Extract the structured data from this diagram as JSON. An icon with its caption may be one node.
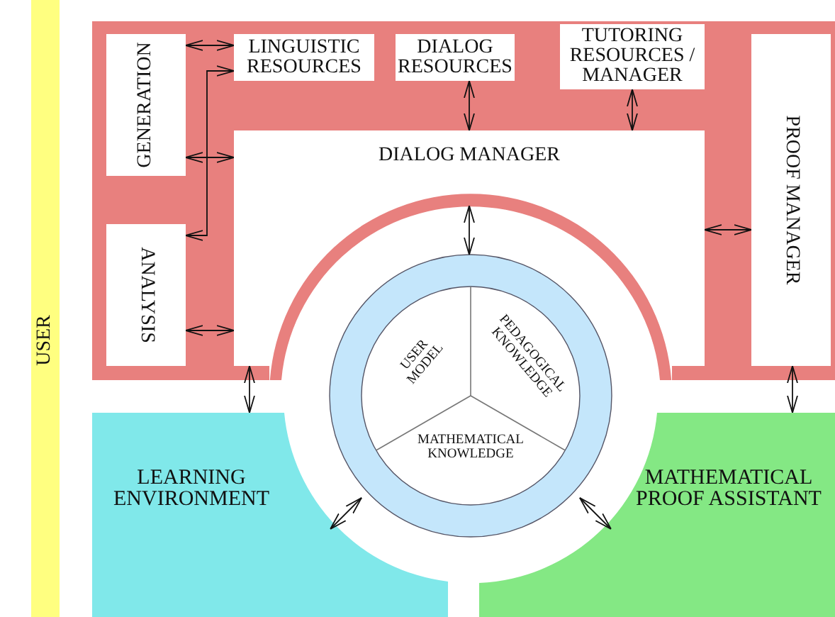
{
  "diagram": {
    "nodes": [
      {
        "text": [
          "USER"
        ]
      },
      {
        "text": [],
        "shape": "box"
      },
      {
        "text": [
          "GENERATION"
        ],
        "in": 1
      },
      {
        "text": [
          "LINGUISTIC RESOURCES"
        ],
        "in": 1
      },
      {
        "text": [
          "DIALOG RESOURCES"
        ],
        "in": 1
      },
      {
        "text": [
          "TUTORING RESOURCES / MANAGER"
        ],
        "in": 1
      },
      {
        "text": [
          "DIALOG MANAGER"
        ],
        "in": 1
      },
      {
        "text": [
          "PROOF MANAGER"
        ],
        "in": 1
      },
      {
        "text": [
          "ANALYSIS"
        ],
        "in": 1
      },
      {
        "text": [],
        "shape": "circle"
      },
      {
        "text": [
          "USER MODEL"
        ],
        "in": 9
      },
      {
        "text": [
          "PEDAGOGICAL KNOWLEDGE"
        ],
        "in": 9
      },
      {
        "text": [
          "MATHEMATICAL KNOWLEDGE"
        ],
        "in": 9
      },
      {
        "text": [
          "LEARNING ENVIRONMENT"
        ]
      },
      {
        "text": [
          "MATHEMATICAL PROOF ASSISTANT"
        ]
      }
    ],
    "edges": [
      {
        "from": 2,
        "to": 3,
        "arrow": "both"
      },
      {
        "from": 2,
        "to": 6,
        "arrow": "both"
      },
      {
        "from": 8,
        "to": 3,
        "arrow": "both"
      },
      {
        "from": 8,
        "to": 6,
        "arrow": "both"
      },
      {
        "from": 4,
        "to": 6,
        "arrow": "both"
      },
      {
        "from": 5,
        "to": 6,
        "arrow": "both"
      },
      {
        "from": 6,
        "to": 7,
        "arrow": "both"
      },
      {
        "from": 6,
        "to": 9,
        "arrow": "both"
      },
      {
        "from": 6,
        "to": 13,
        "arrow": "both"
      },
      {
        "from": 7,
        "to": 14,
        "arrow": "both"
      },
      {
        "from": 9,
        "to": 13,
        "arrow": "both"
      },
      {
        "from": 9,
        "to": 14,
        "arrow": "both"
      }
    ]
  }
}
